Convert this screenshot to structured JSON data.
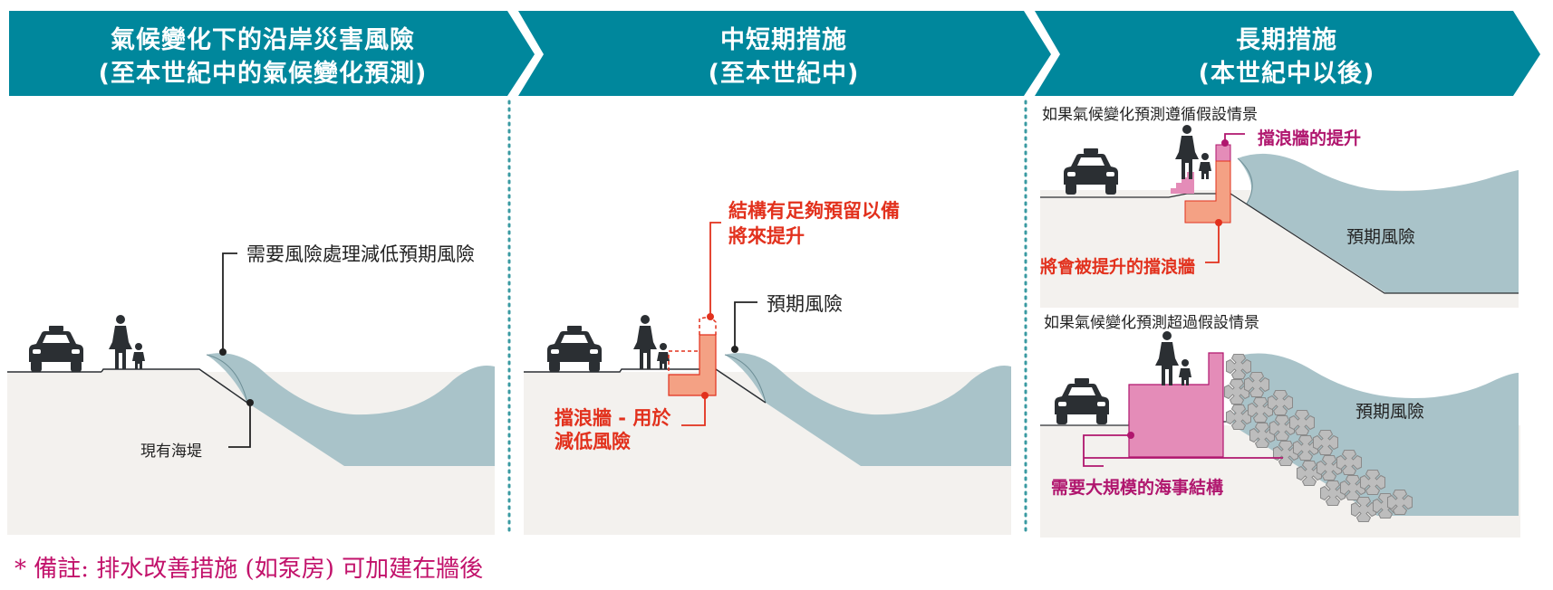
{
  "headers": [
    {
      "line1": "氣候變化下的沿岸災害風險",
      "line2": "(至本世紀中的氣候變化預測)"
    },
    {
      "line1": "中短期措施",
      "line2": "(至本世紀中)"
    },
    {
      "line1": "長期措施",
      "line2": "(本世紀中以後)"
    }
  ],
  "panel1": {
    "callout_risk": "需要風險處理減低預期風險",
    "callout_seawall": "現有海堤"
  },
  "panel2": {
    "callout_reserve_line1": "結構有足夠預留以備",
    "callout_reserve_line2": "將來提升",
    "callout_expected": "預期風險",
    "callout_wall_line1": "擋浪牆 - 用於",
    "callout_wall_line2": "減低風險"
  },
  "panel3": {
    "scenario_a_title": "如果氣候變化預測遵循假設情景",
    "scenario_a_raise": "擋浪牆的提升",
    "scenario_a_expected": "預期風險",
    "scenario_a_future_wall": "將會被提升的擋浪牆",
    "scenario_b_title": "如果氣候變化預測超過假設情景",
    "scenario_b_expected": "預期風險",
    "scenario_b_marine": "需要大規模的海事結構"
  },
  "footnote": "*  備註: 排水改善措施 (如泵房) 可加建在牆後",
  "colors": {
    "header_teal": "#00879c",
    "divider_dots": "#3a9aa2",
    "sea": "#a9c3c9",
    "land": "#f3f1ee",
    "wall_orange": "#f4a184",
    "wall_pink": "#e48cb8",
    "callout_red": "#e2311d",
    "callout_magenta": "#b0166e"
  },
  "icons": [
    "taxi-icon",
    "adult-with-child-icon",
    "armour-block-icon"
  ]
}
